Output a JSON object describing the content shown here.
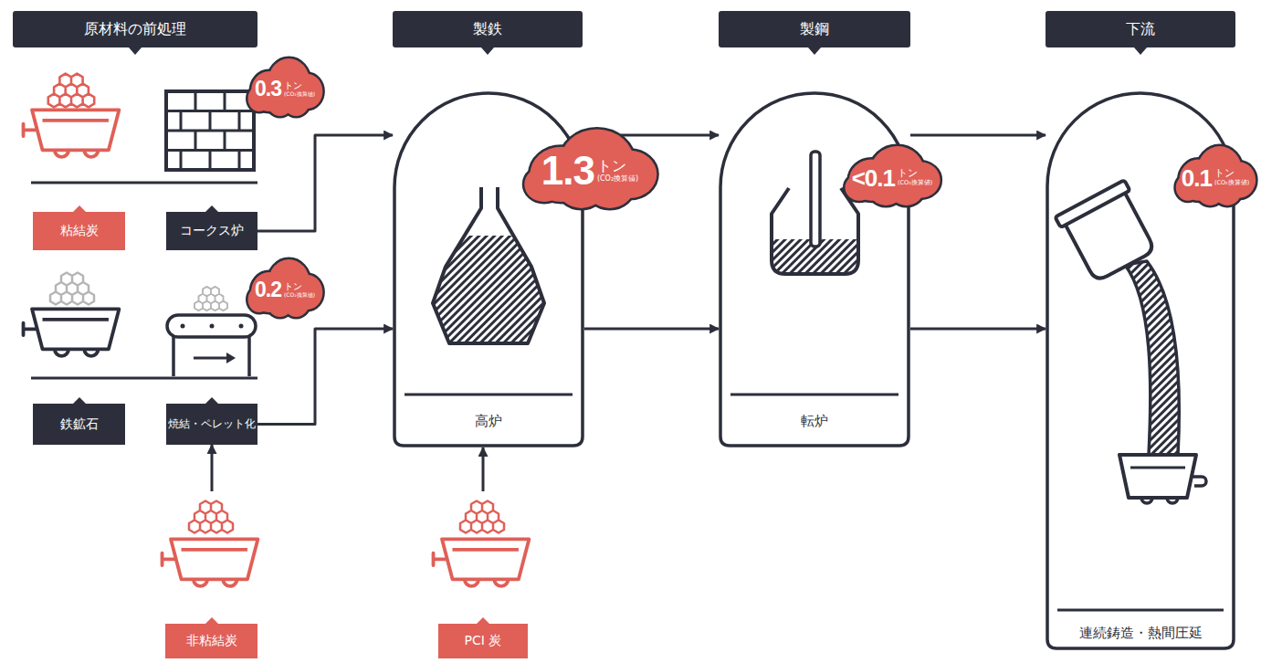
{
  "diagram": {
    "nodes": [
      {
        "text": [
          "原材料の前処理"
        ]
      },
      {
        "text": [
          "製鉄"
        ]
      },
      {
        "text": [
          "製鋼"
        ]
      },
      {
        "text": [
          "下流"
        ]
      },
      {
        "text": [
          "0.3",
          "トン",
          "(CO₂換算値)"
        ]
      },
      {
        "text": [
          "粘結炭"
        ]
      },
      {
        "text": [
          "コークス炉"
        ]
      },
      {
        "text": [
          "0.2",
          "トン",
          "(CO₂換算値)"
        ]
      },
      {
        "text": [
          "鉄鉱石"
        ]
      },
      {
        "text": [
          "焼結・ペレット化"
        ]
      },
      {
        "text": [
          "非粘結炭"
        ]
      },
      {
        "text": [
          "高炉"
        ]
      },
      {
        "text": [
          "1.3",
          "トン",
          "(CO₂換算値)"
        ]
      },
      {
        "text": [
          "PCI 炭"
        ]
      },
      {
        "text": [
          "転炉"
        ]
      },
      {
        "text": [
          "<0.1",
          "トン",
          "(CO₂換算値)"
        ]
      },
      {
        "text": [
          "連続鋳造・熱間圧延"
        ]
      },
      {
        "text": [
          "0.1",
          "トン",
          "(CO₂換算値)"
        ]
      }
    ],
    "edges": [
      {
        "from": 6,
        "to": 11,
        "arrow": "to"
      },
      {
        "from": 9,
        "to": 11,
        "arrow": "to"
      },
      {
        "from": 11,
        "to": 14,
        "arrow": "to"
      },
      {
        "from": 11,
        "to": 14,
        "arrow": "to"
      },
      {
        "from": 14,
        "to": 16,
        "arrow": "to"
      },
      {
        "from": 14,
        "to": 16,
        "arrow": "to"
      },
      {
        "from": 10,
        "to": 9,
        "arrow": "to"
      },
      {
        "from": 13,
        "to": 11,
        "arrow": "to"
      }
    ]
  }
}
